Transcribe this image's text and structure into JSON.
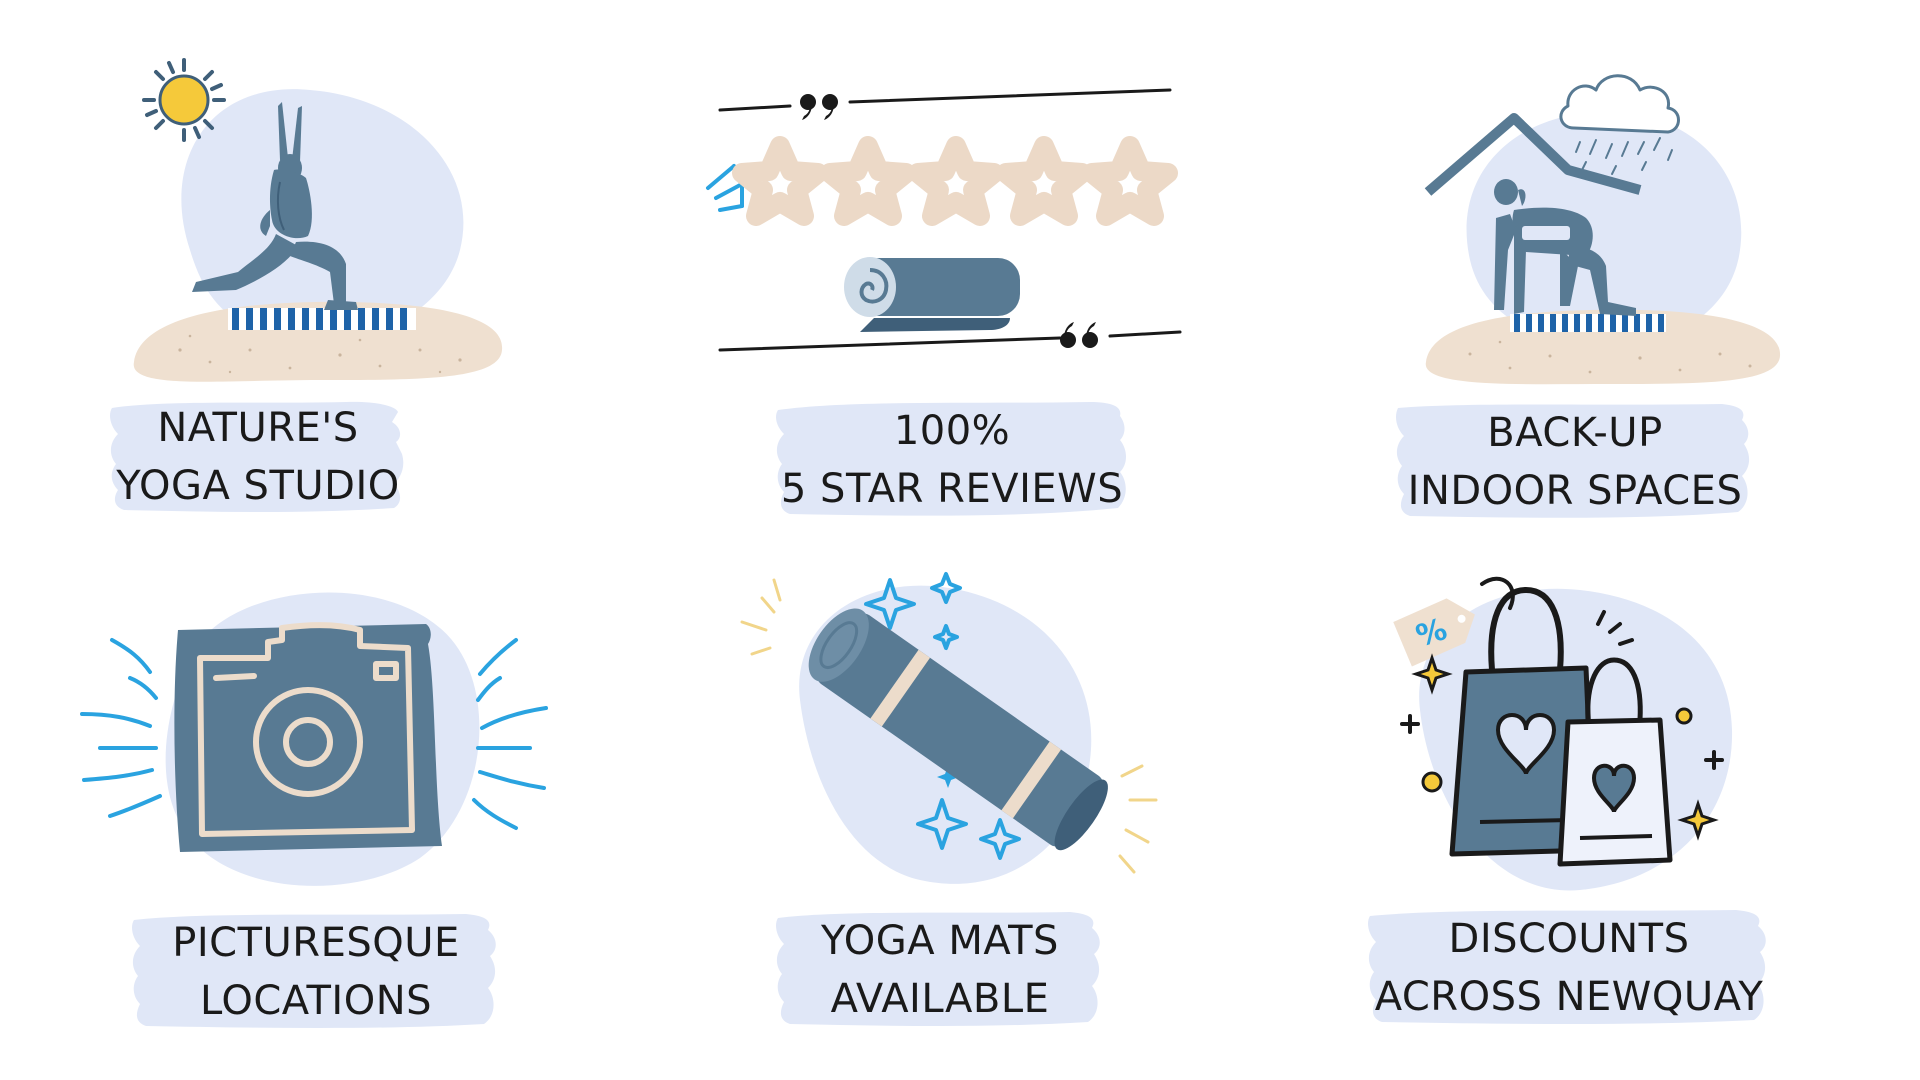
{
  "colors": {
    "blob": "#e0e7f7",
    "slate": "#587a93",
    "slate_dark": "#3f5f79",
    "sand": "#efe0d0",
    "sky_blue": "#2aa3e0",
    "mat_stripe": "#1e63a8",
    "sun": "#f5c93a",
    "star_outline": "#ecd9c7",
    "ink": "#1a1a1a",
    "accent_gold": "#f1d58a"
  },
  "features": [
    {
      "line1": "NATURE'S",
      "line2": "YOGA STUDIO",
      "icon": "yoga-pose-sun-icon"
    },
    {
      "line1": "100%",
      "line2": "5 STAR REVIEWS",
      "icon": "five-star-review-icon"
    },
    {
      "line1": "BACK-UP",
      "line2": "INDOOR SPACES",
      "icon": "indoor-rain-house-icon"
    },
    {
      "line1": "PICTURESQUE",
      "line2": "LOCATIONS",
      "icon": "camera-icon"
    },
    {
      "line1": "YOGA MATS",
      "line2": "AVAILABLE",
      "icon": "rolled-yoga-mat-icon"
    },
    {
      "line1": "DISCOUNTS",
      "line2": "ACROSS NEWQUAY",
      "icon": "shopping-bags-discount-icon"
    }
  ]
}
